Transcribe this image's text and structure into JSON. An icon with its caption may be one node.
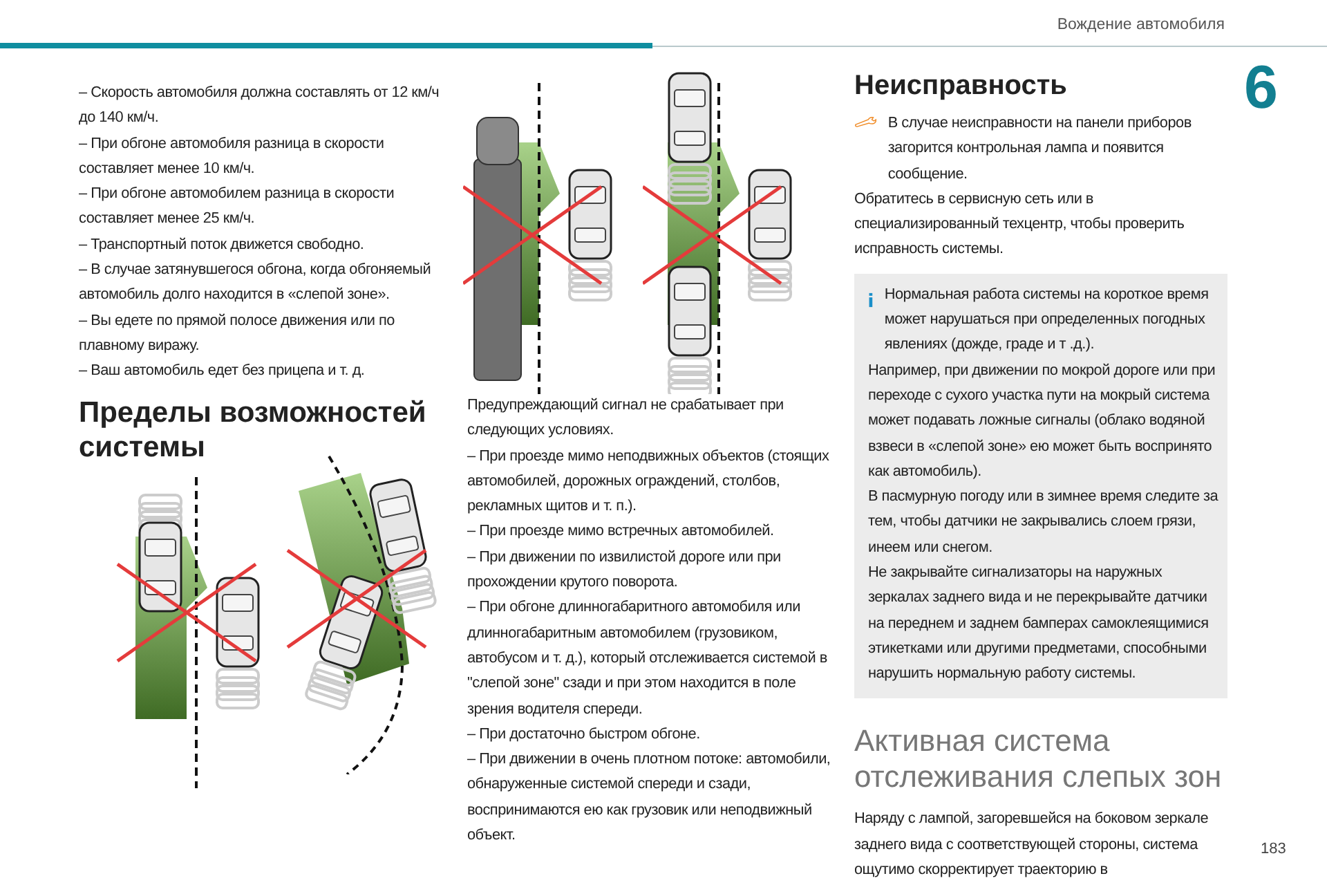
{
  "diagram": {
    "nodes": [
      {
        "text": [
          "Нормальная работа системы на короткое время может нарушаться при определенных погодных явлениях (дожде, граде и т .д.).",
          "Например, при движении по мокрой дороге или при переходе с сухого участка пути на мокрый система может подавать ложные сигналы (облако водяной взвеси в «слепой зоне» ею может быть воспринято как автомобиль).",
          "В пасмурную погоду или в зимнее время следите за тем, чтобы датчики не закрывались слоем грязи, инеем или снегом.",
          "Не закрывайте сигнализаторы на наружных зеркалах заднего вида и не перекрывайте датчики на переднем и заднем бамперах самоклеящимися этикетками или другими предметами, способными нарушить нормальную работу системы."
        ]
      }
    ],
    "labels": [
      "Вождение автомобиля",
      "6",
      "– Скорость автомобиля должна составлять от 12 км/ч до 140 км/ч.",
      "– При обгоне автомобиля разница в скорости составляет менее 10 км/ч.",
      "– При обгоне автомобилем разница в скорости составляет менее 25 км/ч.",
      "– Транспортный поток движется свободно.",
      "– В случае затянувшегося обгона, когда обгоняемый автомобиль долго находится в «слепой зоне».",
      "– Вы едете по прямой полосе движения или по плавному виражу.",
      "– Ваш автомобиль едет без прицепа и т. д.",
      "Пределы возможностей системы",
      "Предупреждающий сигнал не срабатывает при следующих условиях.",
      "– При проезде мимо неподвижных объектов (стоящих автомобилей, дорожных ограждений, столбов, рекламных щитов и т. п.).",
      "– При проезде мимо встречных автомобилей.",
      "– При движении по извилистой дороге или при прохождении крутого поворота.",
      "– При обгоне длинногабаритного автомобиля или длинногабаритным автомобилем (грузовиком, автобусом и т. д.), который отслеживается системой в \"слепой зоне\" сзади и при этом находится в поле зрения водителя спереди.",
      "– При достаточно быстром обгоне.",
      "– При движении в очень плотном потоке: автомобили, обнаруженные системой спереди и сзади, воспринимаются ею как грузовик или неподвижный объект.",
      "Неисправность",
      "В случае неисправности на панели приборов загорится контрольная лампа и появится сообщение.",
      "Обратитесь в сервисную сеть или в специализированный техцентр, чтобы проверить исправность системы.",
      "Активная система отслеживания слепых зон",
      "Наряду с лампой, загоревшейся на боковом зеркале заднего вида с соответствующей стороны, система ощутимо скорректирует траекторию в",
      "183"
    ]
  }
}
